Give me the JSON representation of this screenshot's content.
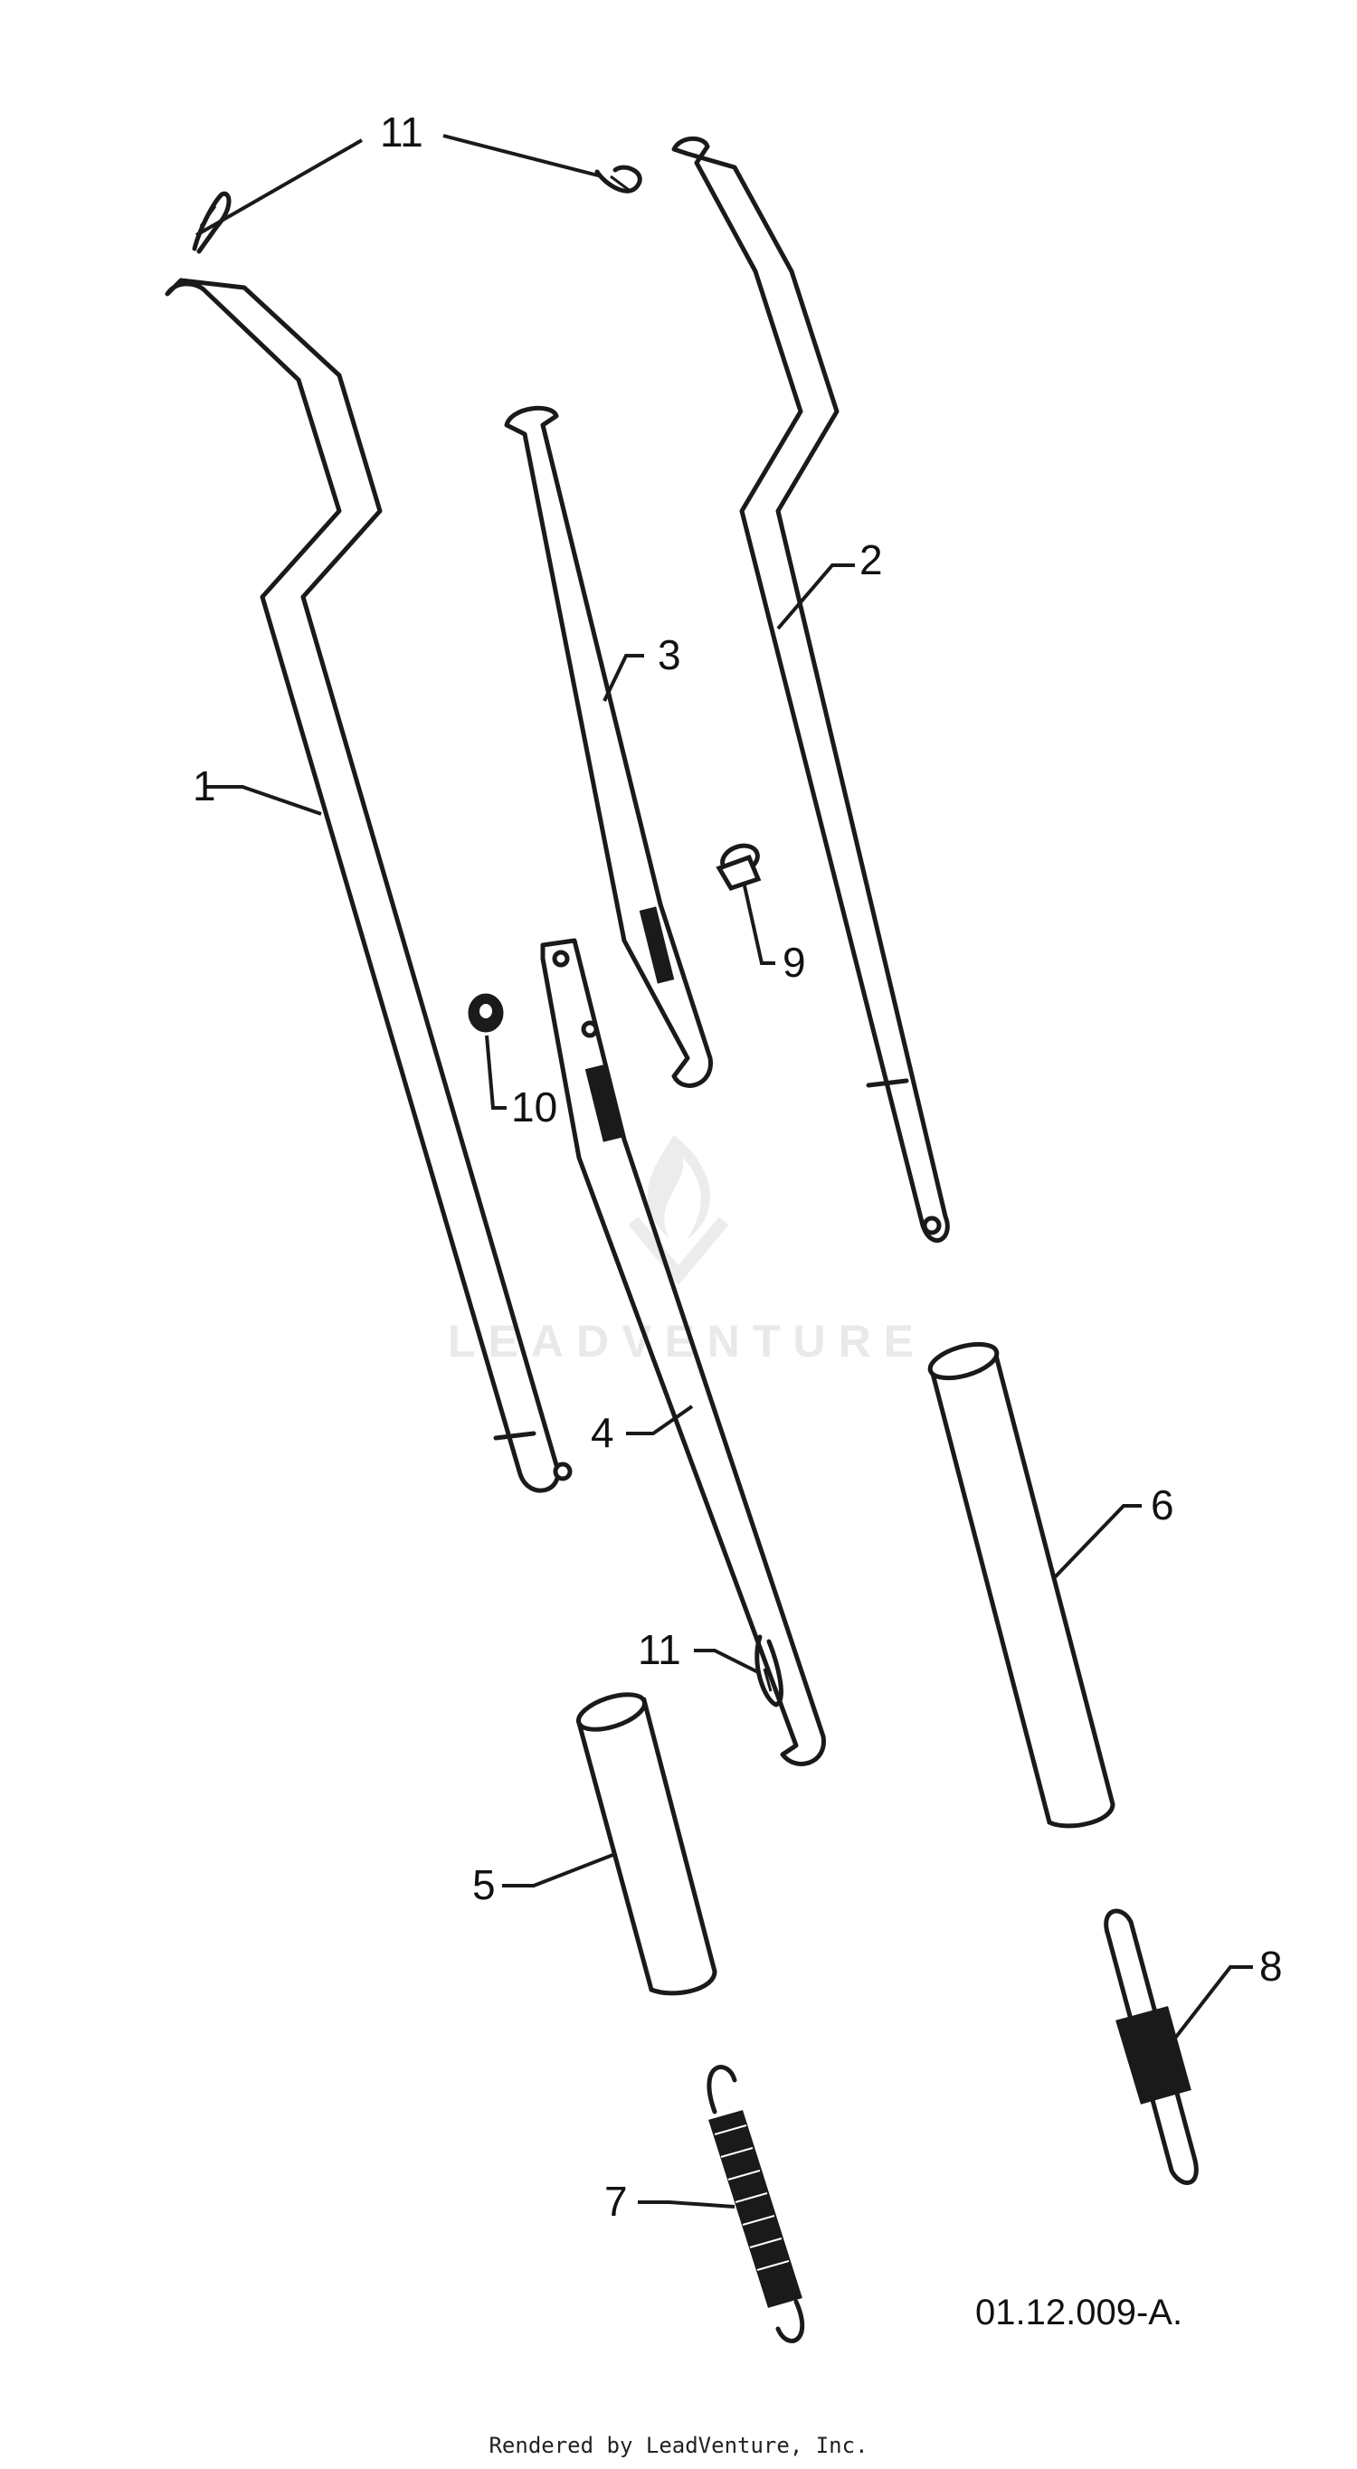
{
  "callouts": {
    "c1": "1",
    "c2": "2",
    "c3": "3",
    "c4": "4",
    "c5": "5",
    "c6": "6",
    "c7": "7",
    "c8": "8",
    "c9": "9",
    "c10": "10",
    "c11a": "11",
    "c11b": "11"
  },
  "diagram_code": "01.12.009-A.",
  "watermark": "LEADVENTURE",
  "footer": "Rendered by LeadVenture, Inc."
}
